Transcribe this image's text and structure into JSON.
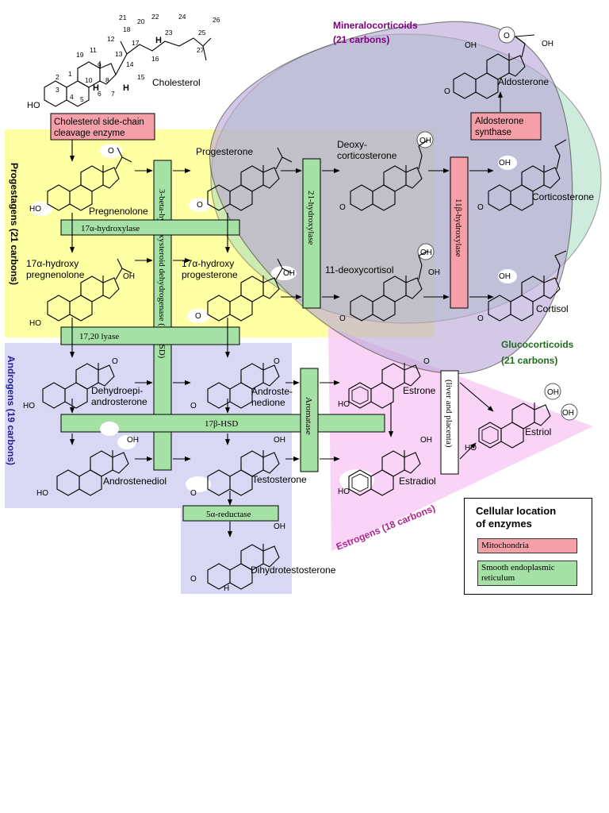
{
  "colors": {
    "progestagen_region": "#ffff99",
    "androgen_region": "#d8d8f4",
    "estrogen_region": "#f8cdf4",
    "mineralocorticoid_region": "#b9a4d8",
    "glucocorticoid_region": "#a7dec0",
    "mitochondria": "#f5a0a8",
    "smooth_er": "#a5e0a5",
    "mineralocorticoid_text": "#800080",
    "glucocorticoid_text": "#1e6b1e",
    "androgen_text": "#22229a",
    "estrogen_text": "#b0208c"
  },
  "regions": {
    "progestagens": "Progestagens (21 carbons)",
    "androgens": "Androgens (19 carbons)",
    "estrogens": "Estrogens (18 carbons)",
    "mineralocorticoids": [
      "Mineralocorticoids",
      "(21 carbons)"
    ],
    "glucocorticoids": [
      "Glucocorticoids",
      "(21 carbons)"
    ]
  },
  "compounds": {
    "cholesterol": "Cholesterol",
    "pregnenolone": "Pregnenolone",
    "progesterone": "Progesterone",
    "deoxycorticosterone": [
      "Deoxy-",
      "corticosterone"
    ],
    "corticosterone": "Corticosterone",
    "aldosterone": "Aldosterone",
    "hydroxypregnenolone": [
      "17α-hydroxy",
      "pregnenolone"
    ],
    "hydroxyprogesterone": [
      "17α-hydroxy",
      "progesterone"
    ],
    "deoxycortisol": "11-deoxycortisol",
    "cortisol": "Cortisol",
    "dhea": [
      "Dehydroepi-",
      "androsterone"
    ],
    "androstenedione": [
      "Androste-",
      "nedione"
    ],
    "estrone": "Estrone",
    "estriol": "Estriol",
    "androstenediol": "Androstenediol",
    "testosterone": "Testosterone",
    "estradiol": "Estradiol",
    "dht": "Dihydrotestosterone"
  },
  "enzymes": {
    "scc": [
      "Cholesterol side-chain",
      "cleavage enzyme"
    ],
    "aldosterone_synthase": [
      "Aldosterone",
      "synthase"
    ],
    "hydroxylase_17a": "17α-hydroxylase",
    "lyase_1720": "17,20 lyase",
    "hsd_3b": "3-beta-hydroxysteroid dehydrogenase (3β-HSD)",
    "hydroxylase_21": "21-hydroxylase",
    "hydroxylase_11b": "11β-hydroxylase",
    "hsd_17b": "17β-HSD",
    "aromatase": "Aromatase",
    "liver_placenta": "(liver and placenta)",
    "reductase_5a": "5α-reductase"
  },
  "atom_labels": {
    "ho": "HO",
    "o": "O",
    "oh": "OH",
    "h": "H"
  },
  "carbon_numbers": [
    "1",
    "2",
    "3",
    "4",
    "5",
    "6",
    "7",
    "8",
    "9",
    "10",
    "11",
    "12",
    "13",
    "14",
    "15",
    "16",
    "17",
    "18",
    "19",
    "20",
    "21",
    "22",
    "23",
    "24",
    "25",
    "26",
    "27"
  ],
  "legend": {
    "title": [
      "Cellular location",
      "of enzymes"
    ],
    "items": [
      {
        "label": "Mitochondria",
        "color": "#f5a0a8"
      },
      {
        "label": "Smooth endoplasmic reticulum",
        "color": "#a5e0a5"
      }
    ]
  }
}
